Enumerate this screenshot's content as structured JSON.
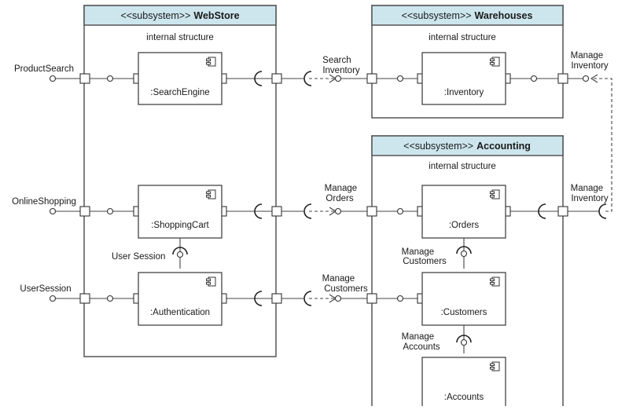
{
  "subsystems": {
    "webstore": {
      "stereotype": "<<subsystem>>",
      "name": "WebStore",
      "caption": "internal structure"
    },
    "warehouses": {
      "stereotype": "<<subsystem>>",
      "name": "Warehouses",
      "caption": "internal structure"
    },
    "accounting": {
      "stereotype": "<<subsystem>>",
      "name": "Accounting",
      "caption": "internal structure"
    }
  },
  "components": {
    "search_engine": ":SearchEngine",
    "shopping_cart": ":ShoppingCart",
    "authentication": ":Authentication",
    "inventory": ":Inventory",
    "orders": ":Orders",
    "customers": ":Customers",
    "accounts": ":Accounts"
  },
  "external_interfaces": {
    "product_search": "ProductSearch",
    "online_shopping": "OnlineShopping",
    "user_session": "UserSession"
  },
  "interface_labels": {
    "user_session": "User Session",
    "search_inventory": [
      "Search",
      "Inventory"
    ],
    "manage_orders": [
      "Manage",
      "Orders"
    ],
    "manage_customers_mid": [
      "Manage",
      "Customers"
    ],
    "manage_inventory_top": [
      "Manage",
      "Inventory"
    ],
    "manage_inventory_right": [
      "Manage",
      "Inventory"
    ],
    "manage_customers_acc": [
      "Manage",
      "Customers"
    ],
    "manage_accounts": [
      "Manage",
      "Accounts"
    ]
  }
}
